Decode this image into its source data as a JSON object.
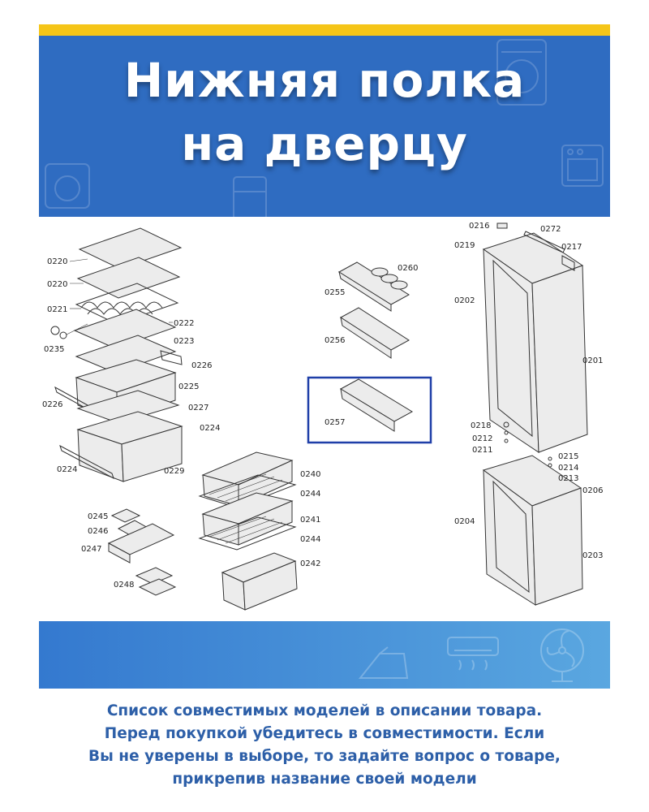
{
  "header": {
    "title_line1": "Нижняя полка",
    "title_line2": "на дверцу"
  },
  "colors": {
    "yellow_stripe": "#f5c518",
    "header_blue": "#2f6cc1",
    "footer_blue": "#3479cf",
    "text_blue": "#2d5fa8",
    "highlight_box": "#1f3fa8"
  },
  "diagram": {
    "labels": {
      "l0220a": "0220",
      "l0220b": "0220",
      "l0221": "0221",
      "l0222": "0222",
      "l0223": "0223",
      "l0235": "0235",
      "l0226a": "0226",
      "l0225": "0225",
      "l0226b": "0226",
      "l0227": "0227",
      "l0224a": "0224",
      "l0224b": "0224",
      "l0229": "0229",
      "l0245": "0245",
      "l0246": "0246",
      "l0247": "0247",
      "l0248": "0248",
      "l0240": "0240",
      "l0244a": "0244",
      "l0241": "0241",
      "l0244b": "0244",
      "l0242": "0242",
      "l0260": "0260",
      "l0255": "0255",
      "l0256": "0256",
      "l0257": "0257",
      "l0216": "0216",
      "l0272": "0272",
      "l0219": "0219",
      "l0217": "0217",
      "l0202": "0202",
      "l0201": "0201",
      "l0218": "0218",
      "l0212": "0212",
      "l0211": "0211",
      "l0215": "0215",
      "l0214": "0214",
      "l0213": "0213",
      "l0206": "0206",
      "l0204": "0204",
      "l0203": "0203"
    }
  },
  "footer": {
    "line1": "Список совместимых моделей в описании товара.",
    "line2": "Перед покупкой убедитесь в совместимости. Если",
    "line3": "Вы не уверены в выборе, то задайте вопрос о товаре,",
    "line4": "прикрепив название своей модели"
  }
}
